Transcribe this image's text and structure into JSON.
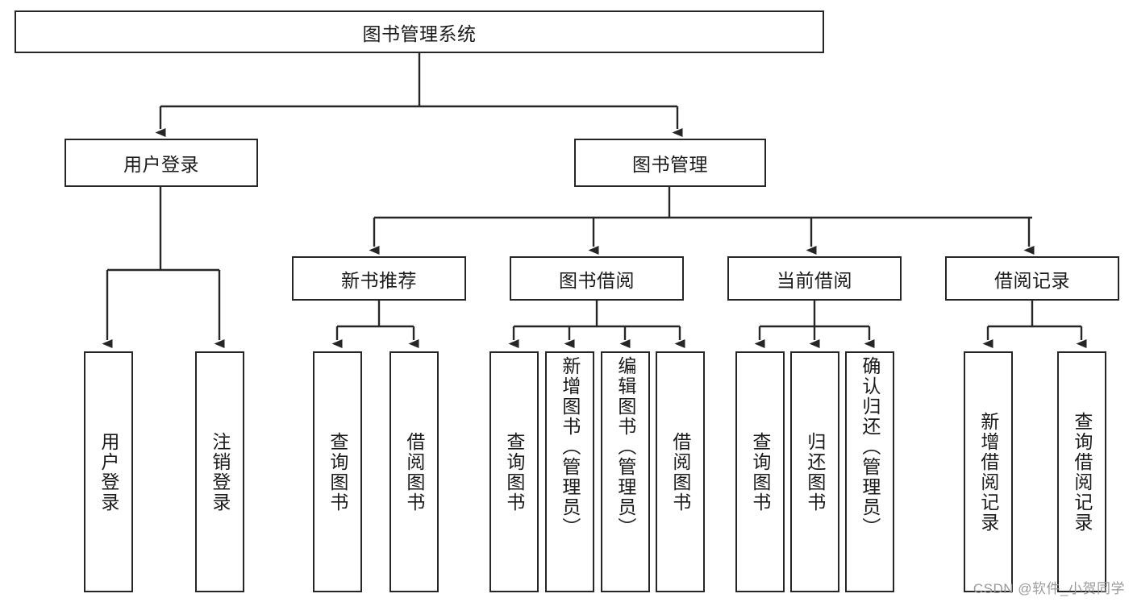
{
  "diagram": {
    "title": "图书管理系统",
    "type": "tree-hierarchy",
    "root": {
      "label": "图书管理系统"
    },
    "level2": [
      {
        "id": "user-login",
        "label": "用户登录"
      },
      {
        "id": "book-management",
        "label": "图书管理"
      }
    ],
    "level3": [
      {
        "id": "new-book-recommend",
        "label": "新书推荐",
        "parent": "book-management"
      },
      {
        "id": "book-borrow",
        "label": "图书借阅",
        "parent": "book-management"
      },
      {
        "id": "current-borrow",
        "label": "当前借阅",
        "parent": "book-management"
      },
      {
        "id": "borrow-record",
        "label": "借阅记录",
        "parent": "book-management"
      }
    ],
    "leaves": {
      "user_login": [
        {
          "id": "leaf-user-login",
          "label": "用户登录"
        },
        {
          "id": "leaf-user-logout",
          "label": "注销登录"
        }
      ],
      "new_book_recommend": [
        {
          "id": "leaf-query-book-1",
          "label": "查询图书"
        },
        {
          "id": "leaf-borrow-book-1",
          "label": "借阅图书"
        }
      ],
      "book_borrow": [
        {
          "id": "leaf-query-book-2",
          "label": "查询图书"
        },
        {
          "id": "leaf-add-book",
          "label": "新增图书（管理员）"
        },
        {
          "id": "leaf-edit-book",
          "label": "编辑图书（管理员）"
        },
        {
          "id": "leaf-borrow-book-2",
          "label": "借阅图书"
        }
      ],
      "current_borrow": [
        {
          "id": "leaf-query-book-3",
          "label": "查询图书"
        },
        {
          "id": "leaf-return-book",
          "label": "归还图书"
        },
        {
          "id": "leaf-confirm-return",
          "label": "确认归还（管理员）"
        }
      ],
      "borrow_record": [
        {
          "id": "leaf-add-record",
          "label": "新增借阅记录"
        },
        {
          "id": "leaf-query-record",
          "label": "查询借阅记录"
        }
      ]
    }
  },
  "watermark": {
    "text": "CSDN @软件_小贺同学"
  },
  "colors": {
    "stroke": "#262626",
    "text": "#1a1a1a",
    "background": "#ffffff",
    "watermark": "#9a9a9a"
  }
}
